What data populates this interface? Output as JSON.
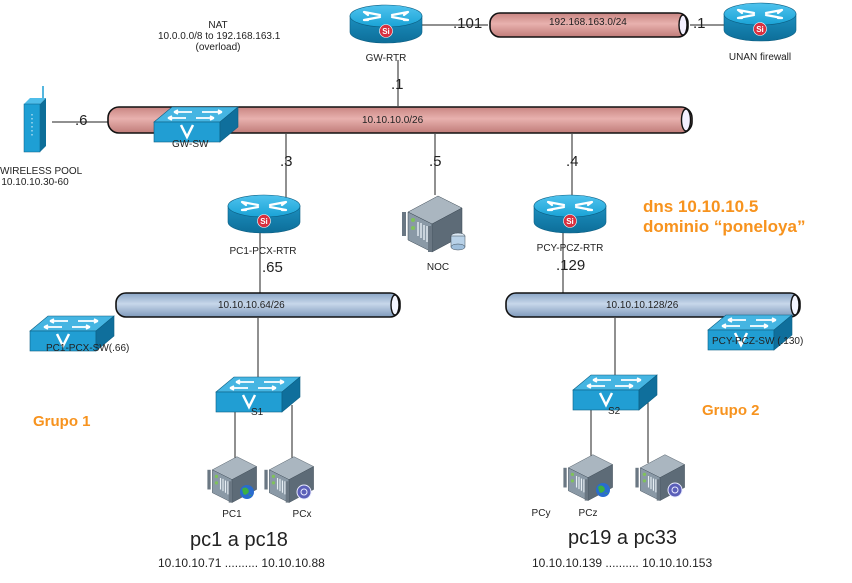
{
  "nat_note": {
    "title": "NAT",
    "rule": "10.0.0.0/8 to 192.168.163.1",
    "mode": "(overload)"
  },
  "devices": {
    "gw_rtr": {
      "name": "GW-RTR",
      "type": "router"
    },
    "unan_firewall": {
      "name": "UNAN firewall",
      "type": "router"
    },
    "gw_sw": {
      "name": "GW-SW",
      "type": "switch"
    },
    "wireless": {
      "name": "WIRELESS POOL",
      "range": "10.10.10.30-60",
      "type": "access-point"
    },
    "pc1_pcx_rtr": {
      "name": "PC1-PCX-RTR",
      "type": "router"
    },
    "noc": {
      "name": "NOC",
      "type": "server"
    },
    "pcy_pcz_rtr": {
      "name": "PCY-PCZ-RTR",
      "type": "router"
    },
    "pc1_pcx_sw": {
      "name": "PC1-PCX-SW(.66)",
      "type": "switch"
    },
    "pcy_pcz_sw": {
      "name": "PCY-PCZ-SW (.130)",
      "type": "switch"
    },
    "s1": {
      "name": "S1",
      "type": "switch"
    },
    "s2": {
      "name": "S2",
      "type": "switch"
    },
    "pc1": {
      "name": "PC1",
      "type": "pc-web"
    },
    "pcx": {
      "name": "PCx",
      "type": "pc-mail"
    },
    "pcy": {
      "name": "PCy",
      "type": "pc-web"
    },
    "pcz": {
      "name": "PCz",
      "type": "pc-mail"
    }
  },
  "networks": {
    "wan": "192.168.163.0/24",
    "core": "10.10.10.0/26",
    "lan1": "10.10.10.64/26",
    "lan2": "10.10.10.128/26"
  },
  "interfaces": {
    "gw_wan": ".101",
    "fw_wan": ".1",
    "gw_core": ".1",
    "wireless_core": ".6",
    "rtr1_core": ".3",
    "noc_core": ".5",
    "rtr2_core": ".4",
    "rtr1_lan": ".65",
    "rtr2_lan": ".129"
  },
  "dns_note": {
    "line1": "dns 10.10.10.5",
    "line2": "dominio “poneloya”"
  },
  "groups": [
    {
      "label": "Grupo 1",
      "pcs": "pc1 a pc18",
      "range": "10.10.10.71 .......... 10.10.10.88"
    },
    {
      "label": "Grupo 2",
      "pcs": "pc19 a pc33",
      "range": "10.10.10.139 .......... 10.10.10.153"
    }
  ],
  "colors": {
    "core_pipe": "#d99694",
    "lan_pipe": "#a7bdd8",
    "router": "#1e9fd4",
    "si_badge": "#d9303f",
    "label_orange": "#f7931e"
  }
}
